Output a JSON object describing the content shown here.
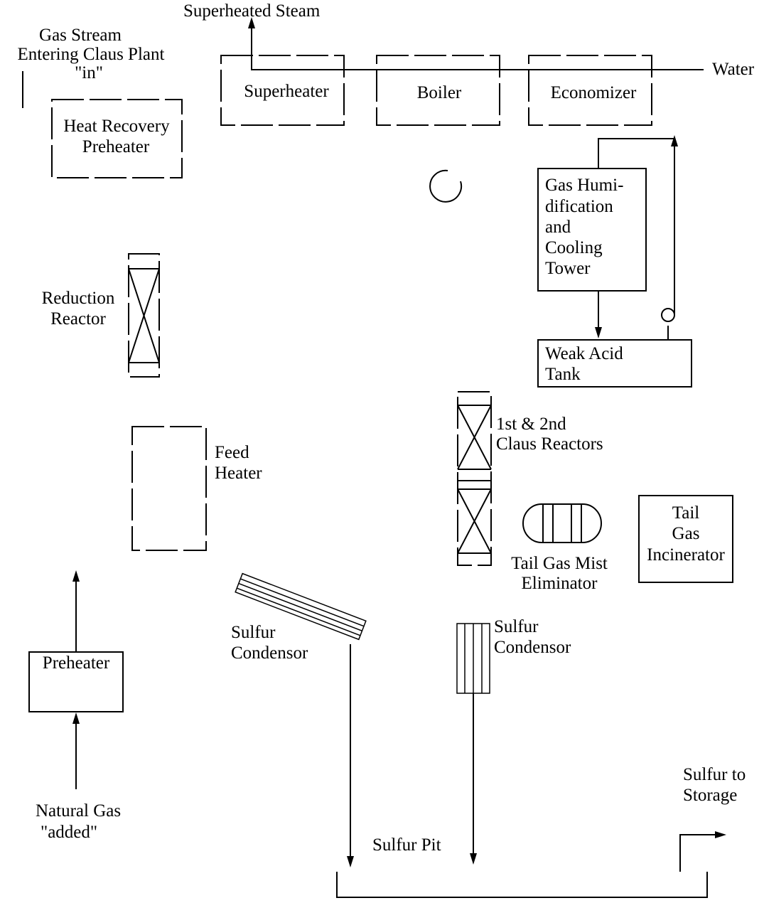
{
  "diagram": {
    "labels": {
      "superheated_steam": "Superheated Steam",
      "gas_stream_1": "Gas Stream",
      "gas_stream_2": "Entering Claus Plant",
      "gas_stream_3": "\"in\"",
      "water": "Water",
      "superheater": "Superheater",
      "boiler": "Boiler",
      "economizer": "Economizer",
      "heat_recovery_1": "Heat Recovery",
      "heat_recovery_2": "Preheater",
      "humid_1": "Gas Humi-",
      "humid_2": "dification",
      "humid_3": "and",
      "humid_4": "Cooling",
      "humid_5": "Tower",
      "reduction_1": "Reduction",
      "reduction_2": "Reactor",
      "weak_acid_1": "Weak Acid",
      "weak_acid_2": "Tank",
      "claus_1": "1st & 2nd",
      "claus_2": "Claus Reactors",
      "feed_1": "Feed",
      "feed_2": "Heater",
      "tail_inc_1": "Tail",
      "tail_inc_2": "Gas",
      "tail_inc_3": "Incinerator",
      "mist_1": "Tail Gas Mist",
      "mist_2": "Eliminator",
      "sulfur_cond_left_1": "Sulfur",
      "sulfur_cond_left_2": "Condensor",
      "sulfur_cond_right_1": "Sulfur",
      "sulfur_cond_right_2": "Condensor",
      "preheater": "Preheater",
      "storage_1": "Sulfur to",
      "storage_2": "Storage",
      "natural_gas_1": "Natural Gas",
      "natural_gas_2": "\"added\"",
      "sulfur_pit": "Sulfur Pit"
    }
  }
}
